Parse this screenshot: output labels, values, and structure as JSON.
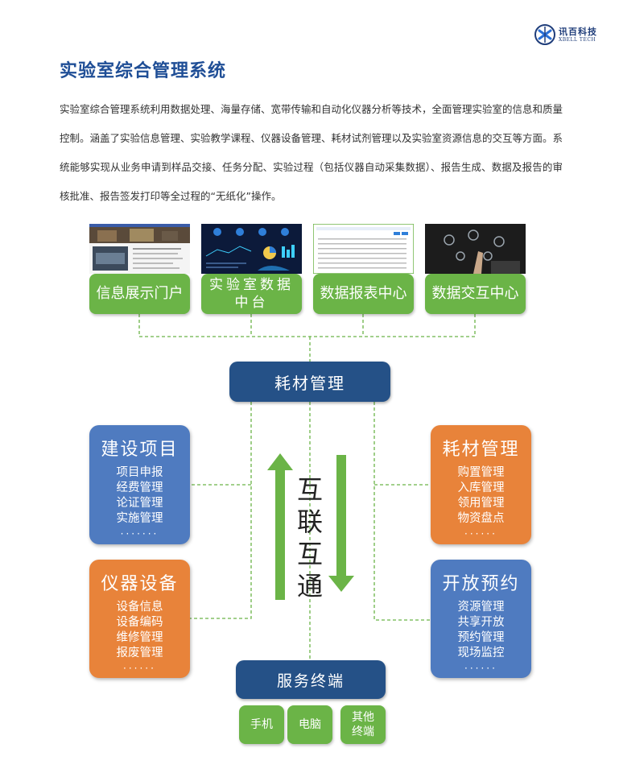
{
  "logo": {
    "name_cn": "讯百科技",
    "name_en": "XBELL TECH"
  },
  "page_title": "实验室综合管理系统",
  "intro": "实验室综合管理系统利用数据处理、海量存储、宽带传输和自动化仪器分析等技术，全面管理实验室的信息和质量控制。涵盖了实验信息管理、实验教学课程、仪器设备管理、耗材试剂管理以及实验室资源信息的交互等方面。系统能够实现从业务申请到样品交接、任务分配、实验过程（包括仪器自动采集数据）、报告生成、数据及报告的审核批准、报告签发打印等全过程的“无纸化”操作。",
  "top_modules": [
    {
      "label": "信息展示门户"
    },
    {
      "label": "实验室数据中台"
    },
    {
      "label": "数据报表中心"
    },
    {
      "label": "数据交互中心"
    }
  ],
  "hub": {
    "label": "耗材管理"
  },
  "center": {
    "text": "互联互通",
    "chars": [
      "互",
      "联",
      "互",
      "通"
    ]
  },
  "left_cards": [
    {
      "title": "建设项目",
      "items": [
        "项目申报",
        "经费管理",
        "论证管理",
        "实施管理"
      ],
      "more": "·······",
      "color": "#4f7bc0"
    },
    {
      "title": "仪器设备",
      "items": [
        "设备信息",
        "设备编码",
        "维修管理",
        "报废管理"
      ],
      "more": "······",
      "color": "#e8833a"
    }
  ],
  "right_cards": [
    {
      "title": "耗材管理",
      "items": [
        "购置管理",
        "入库管理",
        "领用管理",
        "物资盘点"
      ],
      "more": "······",
      "color": "#e8833a"
    },
    {
      "title": "开放预约",
      "items": [
        "资源管理",
        "共享开放",
        "预约管理",
        "现场监控"
      ],
      "more": "······",
      "color": "#4f7bc0"
    }
  ],
  "service": {
    "label": "服务终端"
  },
  "terminals": [
    {
      "label": "手机"
    },
    {
      "label": "电脑"
    },
    {
      "label": "其他终端"
    }
  ],
  "colors": {
    "green": "#6bb447",
    "navy": "#255187",
    "blue": "#4f7bc0",
    "orange": "#e8833a",
    "title": "#1f4e96"
  }
}
